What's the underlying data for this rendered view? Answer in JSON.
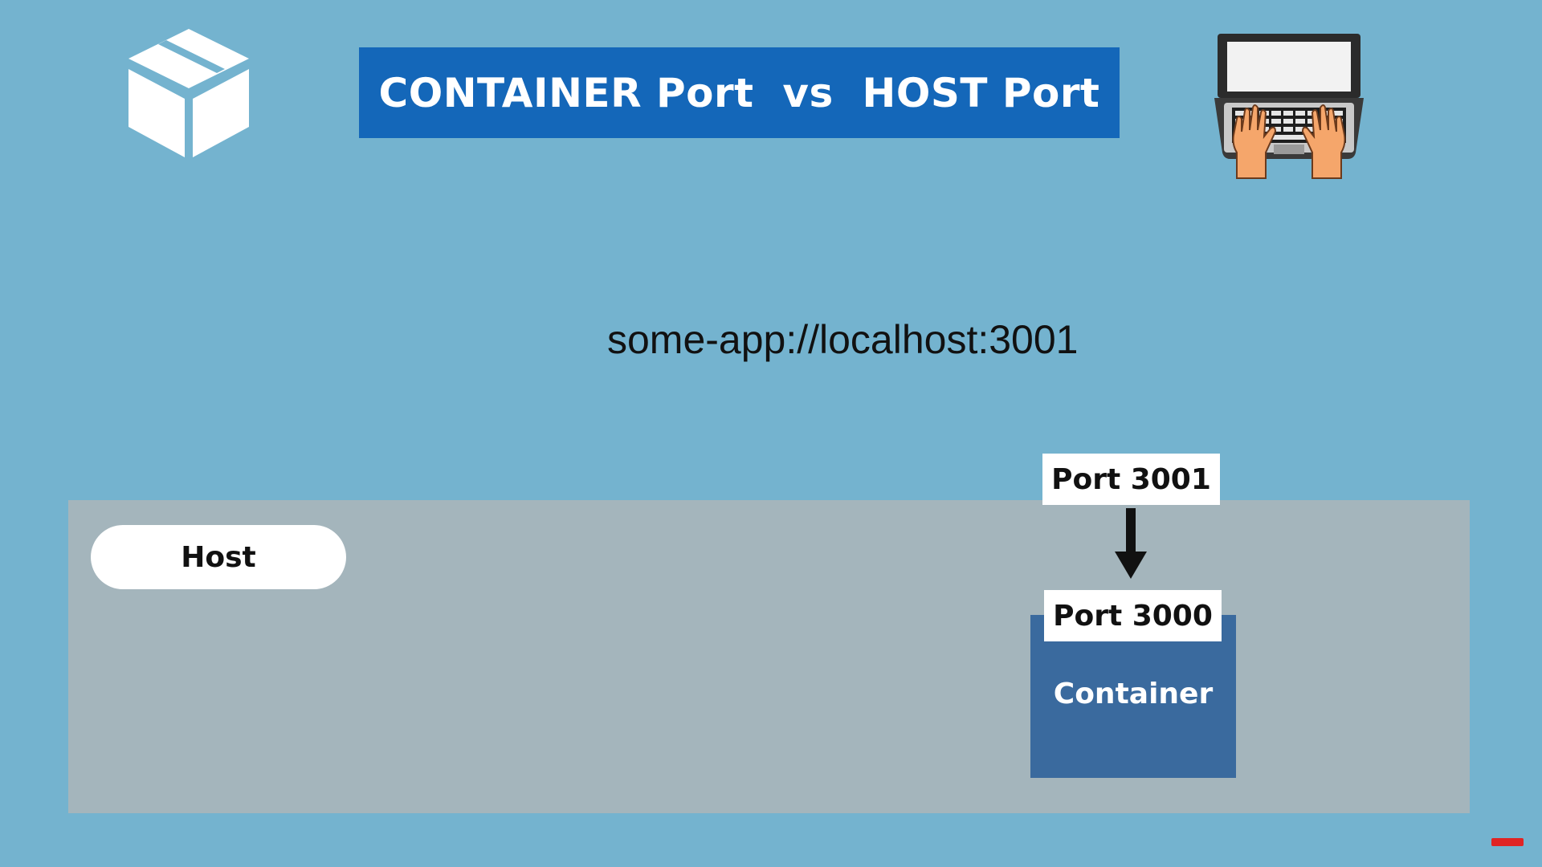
{
  "slide": {
    "title": "CONTAINER Port  vs  HOST Port",
    "url": "some-app://localhost:3001",
    "host_label": "Host",
    "host_port_label": "Port 3001",
    "container_port_label": "Port 3000",
    "container_label": "Container"
  },
  "icons": {
    "left": "box-icon",
    "right": "laptop-typing-icon",
    "connector": "arrow-down-icon"
  },
  "colors": {
    "background": "#74b3cf",
    "title_banner": "#1467b9",
    "host_area": "#a4b5bc",
    "container": "#3a6a9e",
    "label_background": "#ffffff"
  }
}
